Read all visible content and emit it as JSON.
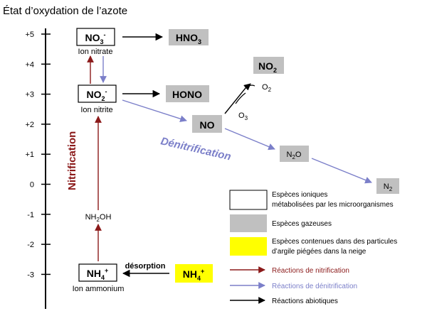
{
  "title": "État d’oxydation de l’azote",
  "axis": {
    "ticks": [
      "+5",
      "+4",
      "+3",
      "+2",
      "+1",
      "0",
      "-1",
      "-2",
      "-3"
    ]
  },
  "species": {
    "no3": {
      "label": "NO",
      "sub": "3",
      "sup": "-",
      "caption": "Ion nitrate"
    },
    "hno3": {
      "label": "HNO",
      "sub": "3"
    },
    "no2m": {
      "label": "NO",
      "sub": "2",
      "sup": "-",
      "caption": "Ion nitrite"
    },
    "hono": {
      "label": "HONO"
    },
    "no": {
      "label": "NO"
    },
    "no2": {
      "label": "NO",
      "sub": "2"
    },
    "o2": {
      "label": "O",
      "sub": "2"
    },
    "o3": {
      "label": "O",
      "sub": "3"
    },
    "n2o": {
      "label": "N",
      "sub": "2",
      "rest": "O"
    },
    "n2": {
      "label": "N",
      "sub": "2"
    },
    "nh2oh": {
      "label": "NH",
      "sub": "2",
      "rest": "OH"
    },
    "nh4": {
      "label": "NH",
      "sub": "4",
      "sup": "+",
      "caption": "Ion ammonium"
    },
    "nh4clay": {
      "label": "NH",
      "sub": "4",
      "sup": "+"
    }
  },
  "processes": {
    "nitrification": "Nitrification",
    "denitrification": "Dénitrification",
    "desorption": "désorption"
  },
  "legend": {
    "ionic": [
      "Espèces ioniques",
      "métabolisées par les microorganismes"
    ],
    "gaseous": "Espèces gazeuses",
    "clay": [
      "Espèces contenues dans des particules",
      "d’argile piégées dans la neige"
    ],
    "nitrif_reactions": "Réactions de nitrification",
    "denitrif_reactions": "Réactions de dénitrification",
    "abiotic_reactions": "Réactions abiotiques"
  },
  "colors": {
    "nitrification": "#8b1a1a",
    "denitrification": "#7b7fc9",
    "abiotic": "#000000",
    "gas_box": "#c0c0c0",
    "clay_box": "#ffff00"
  }
}
